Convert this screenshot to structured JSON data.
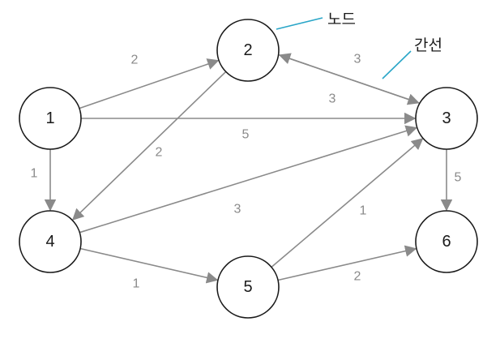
{
  "nodes": [
    {
      "id": "1",
      "label": "1"
    },
    {
      "id": "2",
      "label": "2"
    },
    {
      "id": "3",
      "label": "3"
    },
    {
      "id": "4",
      "label": "4"
    },
    {
      "id": "5",
      "label": "5"
    },
    {
      "id": "6",
      "label": "6"
    }
  ],
  "edges": [
    {
      "from": "1",
      "to": "2",
      "weight": "2"
    },
    {
      "from": "1",
      "to": "3",
      "weight": "5"
    },
    {
      "from": "1",
      "to": "4",
      "weight": "1"
    },
    {
      "from": "2",
      "to": "3",
      "weight": "3"
    },
    {
      "from": "3",
      "to": "2",
      "weight": "3"
    },
    {
      "from": "2",
      "to": "4",
      "weight": "2"
    },
    {
      "from": "4",
      "to": "3",
      "weight": "3"
    },
    {
      "from": "4",
      "to": "5",
      "weight": "1"
    },
    {
      "from": "5",
      "to": "3",
      "weight": "1"
    },
    {
      "from": "5",
      "to": "6",
      "weight": "2"
    },
    {
      "from": "3",
      "to": "6",
      "weight": "5"
    }
  ],
  "callouts": {
    "node_label": "노드",
    "edge_label": "간선",
    "line_color": "#2aa6c8"
  },
  "colors": {
    "node_stroke": "#1a1a1a",
    "edge": "#8a8a8a"
  }
}
